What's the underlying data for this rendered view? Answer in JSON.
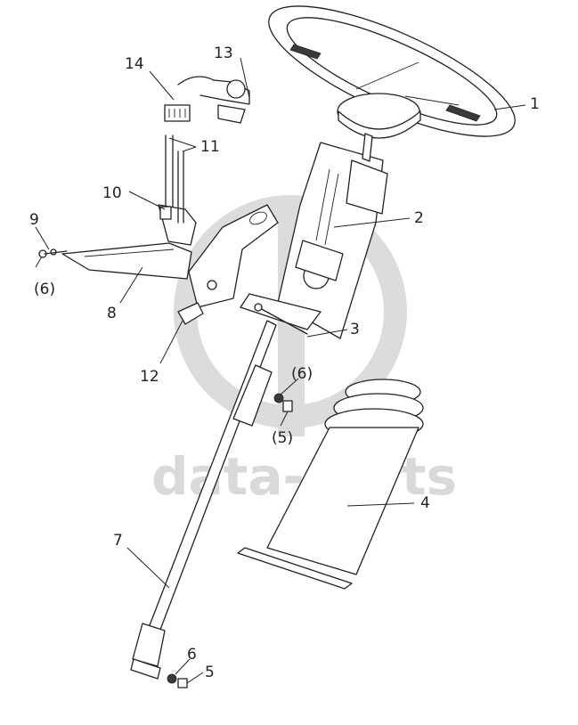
{
  "watermark": {
    "text": "data-parts",
    "color": "#d9d9d9"
  },
  "callouts": {
    "c1": "1",
    "c2": "2",
    "c3": "3",
    "c4": "4",
    "c5a": "(5)",
    "c5b": "5",
    "c6a": "(6)",
    "c6b": "(6)",
    "c6c": "6",
    "c7": "7",
    "c8": "8",
    "c9": "9",
    "c10": "10",
    "c11": "11",
    "c12": "12",
    "c13": "13",
    "c14": "14"
  }
}
